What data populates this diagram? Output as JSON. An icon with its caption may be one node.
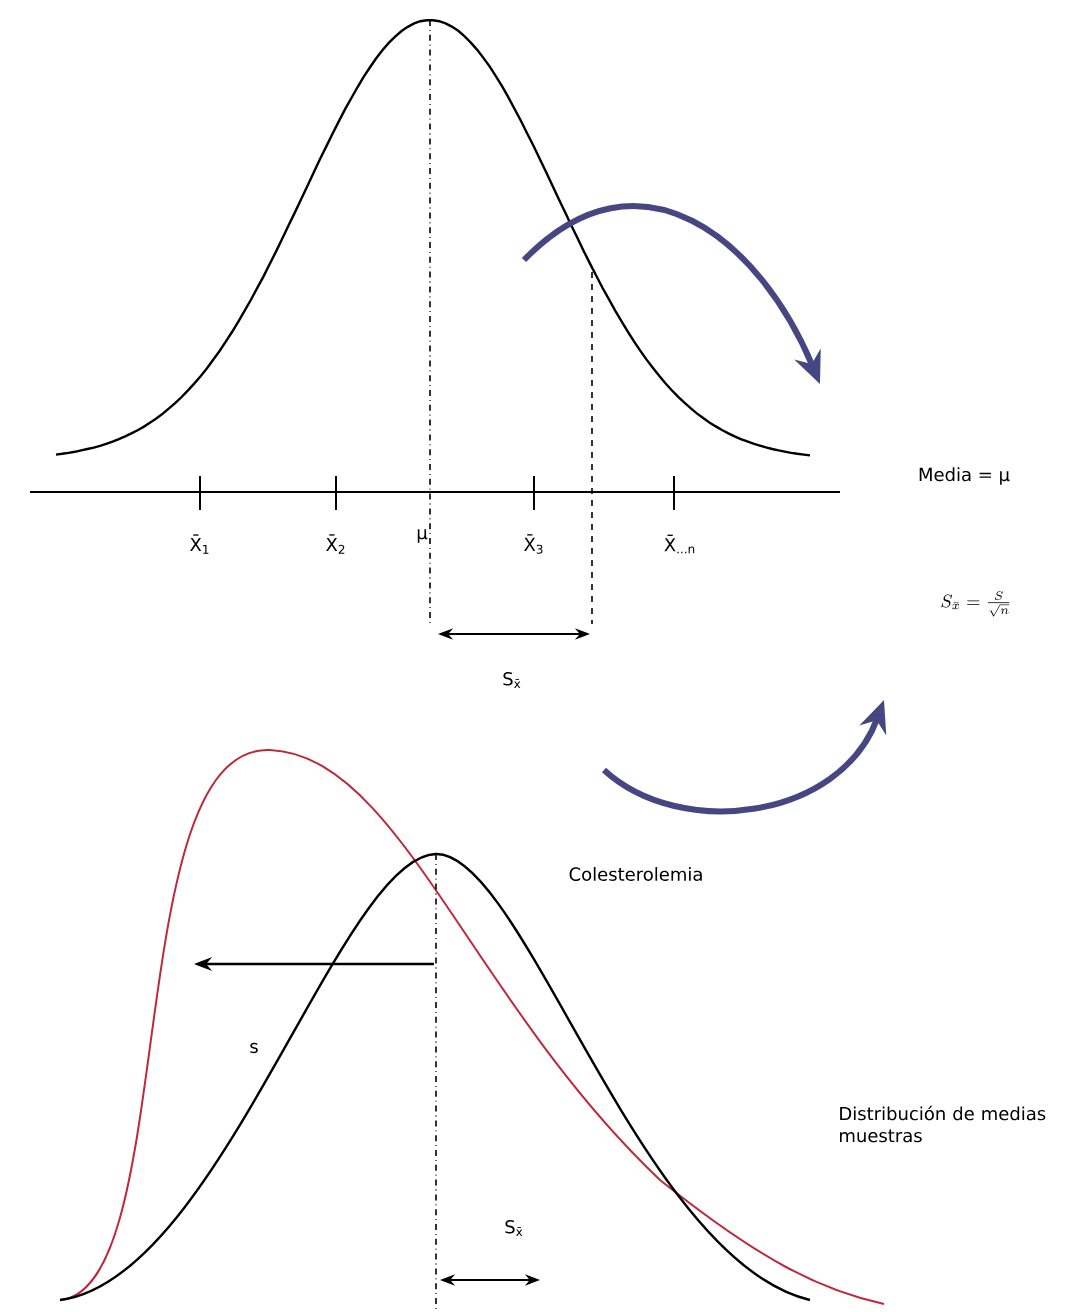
{
  "diagram": {
    "labels": [
      "X̄$_{1}$",
      "X̄$_{2}$",
      "μ",
      "X̄$_{3}$",
      "X̄$_{...n}$",
      "S$_{x̄}$",
      "Media = μ",
      "S_{\\bar{x}}=\\frac{S}{\\sqrt{n}}",
      "Colesterolemia",
      "s",
      "Distribución de medias muestras",
      "S$_{x̄}$"
    ]
  }
}
